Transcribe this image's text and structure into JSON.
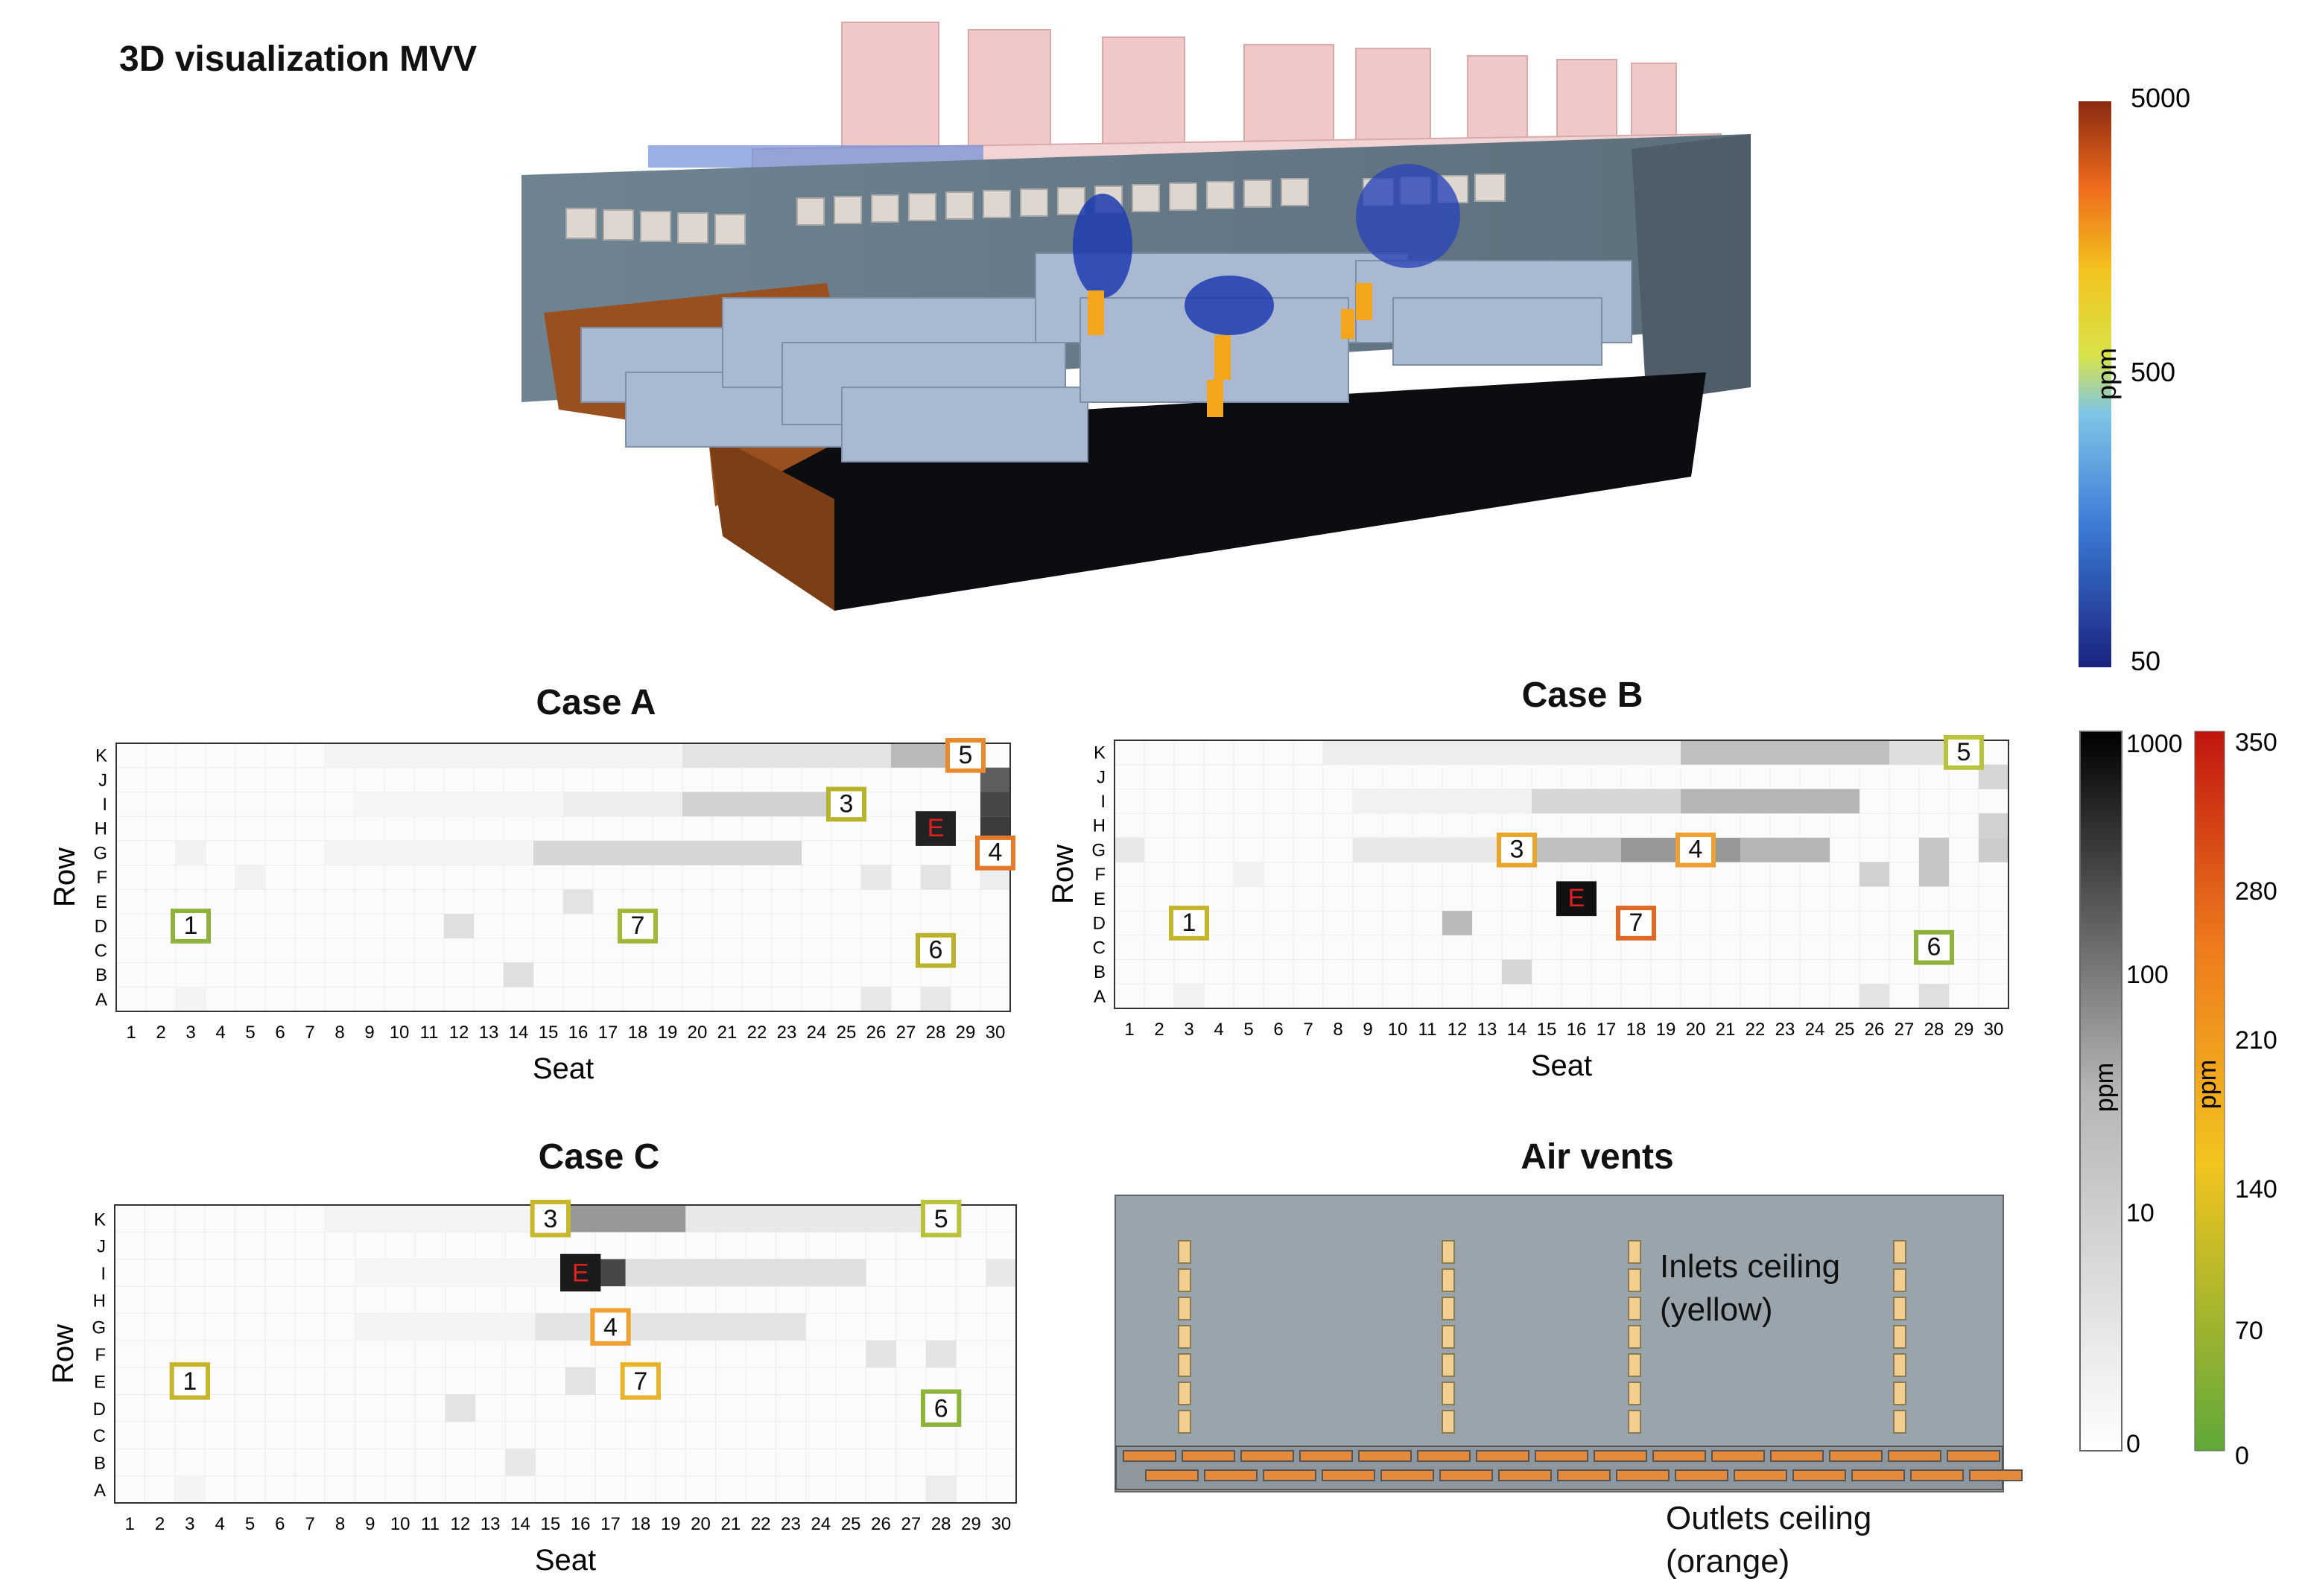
{
  "title": "3D visualization MVV",
  "rows": [
    "A",
    "B",
    "C",
    "D",
    "E",
    "F",
    "G",
    "H",
    "I",
    "J",
    "K"
  ],
  "seats": [
    "1",
    "2",
    "3",
    "4",
    "5",
    "6",
    "7",
    "8",
    "9",
    "10",
    "11",
    "12",
    "13",
    "14",
    "15",
    "16",
    "17",
    "18",
    "19",
    "20",
    "21",
    "22",
    "23",
    "24",
    "25",
    "26",
    "27",
    "28",
    "29",
    "30"
  ],
  "xlabel": "Seat",
  "ylabel": "Row",
  "colorbars": {
    "top": {
      "label": "ppm",
      "ticks": [
        "5000",
        "500",
        "50"
      ]
    },
    "gray": {
      "label": "ppm",
      "ticks": [
        "1000",
        "100",
        "10",
        "0"
      ]
    },
    "heat": {
      "label": "ppm",
      "ticks": [
        "350",
        "280",
        "210",
        "140",
        "70",
        "0"
      ]
    }
  },
  "chart_data": [
    {
      "type": "heatmap",
      "title": "Case A",
      "xlabel": "Seat",
      "ylabel": "Row",
      "cells": [
        [
          "K",
          20,
          26,
          0.12
        ],
        [
          "K",
          27,
          29,
          0.3
        ],
        [
          "K",
          8,
          19,
          0.05
        ],
        [
          "J",
          30,
          30,
          0.7
        ],
        [
          "I",
          30,
          30,
          0.8
        ],
        [
          "H",
          30,
          30,
          0.85
        ],
        [
          "I",
          16,
          19,
          0.08
        ],
        [
          "I",
          20,
          24,
          0.2
        ],
        [
          "I",
          9,
          15,
          0.04
        ],
        [
          "G",
          15,
          23,
          0.18
        ],
        [
          "G",
          8,
          14,
          0.05
        ],
        [
          "G",
          3,
          3,
          0.06
        ],
        [
          "H",
          28,
          28,
          0.95
        ],
        [
          "F",
          5,
          5,
          0.06
        ],
        [
          "F",
          26,
          26,
          0.1
        ],
        [
          "F",
          28,
          28,
          0.12
        ],
        [
          "F",
          30,
          30,
          0.08
        ],
        [
          "E",
          16,
          16,
          0.12
        ],
        [
          "D",
          12,
          12,
          0.14
        ],
        [
          "B",
          14,
          14,
          0.14
        ],
        [
          "A",
          3,
          3,
          0.05
        ],
        [
          "A",
          28,
          28,
          0.1
        ],
        [
          "A",
          26,
          26,
          0.1
        ]
      ],
      "markers": [
        {
          "label": "1",
          "row": "D",
          "seat": 3,
          "color": "#8db33a"
        },
        {
          "label": "7",
          "row": "D",
          "seat": 18,
          "color": "#a0b838"
        },
        {
          "label": "6",
          "row": "C",
          "seat": 28,
          "color": "#b9b22a"
        },
        {
          "label": "3",
          "row": "I",
          "seat": 25,
          "color": "#b8b22a"
        },
        {
          "label": "5",
          "row": "K",
          "seat": 29,
          "color": "#e98a2e"
        },
        {
          "label": "4",
          "row": "G",
          "seat": 30,
          "color": "#e5782b"
        },
        {
          "label": "E",
          "row": "H",
          "seat": 28,
          "color": "#222222"
        }
      ]
    },
    {
      "type": "heatmap",
      "title": "Case B",
      "xlabel": "Seat",
      "ylabel": "Row",
      "cells": [
        [
          "K",
          20,
          26,
          0.28
        ],
        [
          "K",
          8,
          19,
          0.08
        ],
        [
          "K",
          27,
          28,
          0.15
        ],
        [
          "I",
          9,
          14,
          0.06
        ],
        [
          "I",
          15,
          19,
          0.18
        ],
        [
          "I",
          20,
          25,
          0.32
        ],
        [
          "G",
          9,
          13,
          0.1
        ],
        [
          "G",
          14,
          17,
          0.28
        ],
        [
          "G",
          18,
          21,
          0.45
        ],
        [
          "G",
          22,
          24,
          0.32
        ],
        [
          "G",
          1,
          1,
          0.1
        ],
        [
          "H",
          30,
          30,
          0.2
        ],
        [
          "J",
          30,
          30,
          0.18
        ],
        [
          "G",
          30,
          30,
          0.22
        ],
        [
          "F",
          26,
          26,
          0.2
        ],
        [
          "F",
          28,
          28,
          0.25
        ],
        [
          "G",
          28,
          28,
          0.25
        ],
        [
          "D",
          12,
          12,
          0.3
        ],
        [
          "B",
          14,
          14,
          0.18
        ],
        [
          "E",
          16,
          16,
          0.95
        ],
        [
          "F",
          5,
          5,
          0.06
        ],
        [
          "A",
          3,
          3,
          0.06
        ],
        [
          "A",
          26,
          26,
          0.12
        ],
        [
          "A",
          28,
          28,
          0.14
        ]
      ],
      "markers": [
        {
          "label": "1",
          "row": "D",
          "seat": 3,
          "color": "#c5b52c"
        },
        {
          "label": "3",
          "row": "G",
          "seat": 14,
          "color": "#e8a52a"
        },
        {
          "label": "4",
          "row": "G",
          "seat": 20,
          "color": "#f0a030"
        },
        {
          "label": "E",
          "row": "E",
          "seat": 16,
          "color": "#111111"
        },
        {
          "label": "7",
          "row": "D",
          "seat": 18,
          "color": "#e06a24"
        },
        {
          "label": "6",
          "row": "C",
          "seat": 28,
          "color": "#8db33a"
        },
        {
          "label": "5",
          "row": "K",
          "seat": 29,
          "color": "#b8c23a"
        }
      ]
    },
    {
      "type": "heatmap",
      "title": "Case C",
      "xlabel": "Seat",
      "ylabel": "Row",
      "cells": [
        [
          "K",
          16,
          19,
          0.45
        ],
        [
          "K",
          20,
          27,
          0.1
        ],
        [
          "K",
          8,
          15,
          0.05
        ],
        [
          "I",
          16,
          17,
          0.8
        ],
        [
          "I",
          18,
          25,
          0.14
        ],
        [
          "I",
          9,
          15,
          0.04
        ],
        [
          "G",
          15,
          23,
          0.12
        ],
        [
          "G",
          9,
          14,
          0.05
        ],
        [
          "I",
          30,
          30,
          0.1
        ],
        [
          "E",
          16,
          16,
          0.12
        ],
        [
          "D",
          12,
          12,
          0.12
        ],
        [
          "B",
          14,
          14,
          0.1
        ],
        [
          "F",
          26,
          26,
          0.12
        ],
        [
          "F",
          28,
          28,
          0.12
        ],
        [
          "A",
          3,
          3,
          0.05
        ],
        [
          "A",
          28,
          28,
          0.08
        ]
      ],
      "markers": [
        {
          "label": "1",
          "row": "E",
          "seat": 3,
          "color": "#c5b52c"
        },
        {
          "label": "3",
          "row": "K",
          "seat": 15,
          "color": "#c8b62c"
        },
        {
          "label": "4",
          "row": "G",
          "seat": 17,
          "color": "#f0a030"
        },
        {
          "label": "7",
          "row": "E",
          "seat": 18,
          "color": "#e8b22a"
        },
        {
          "label": "6",
          "row": "D",
          "seat": 28,
          "color": "#8db33a"
        },
        {
          "label": "5",
          "row": "K",
          "seat": 28,
          "color": "#b9c23a"
        },
        {
          "label": "E",
          "row": "I",
          "seat": 16,
          "color": "#1a1a1a"
        }
      ]
    }
  ],
  "air_vents": {
    "title": "Air vents",
    "inlets_label_1": "Inlets ceiling",
    "inlets_label_2": "(yellow)",
    "outlets_label_1": "Outlets ceiling",
    "outlets_label_2": "(orange)"
  }
}
